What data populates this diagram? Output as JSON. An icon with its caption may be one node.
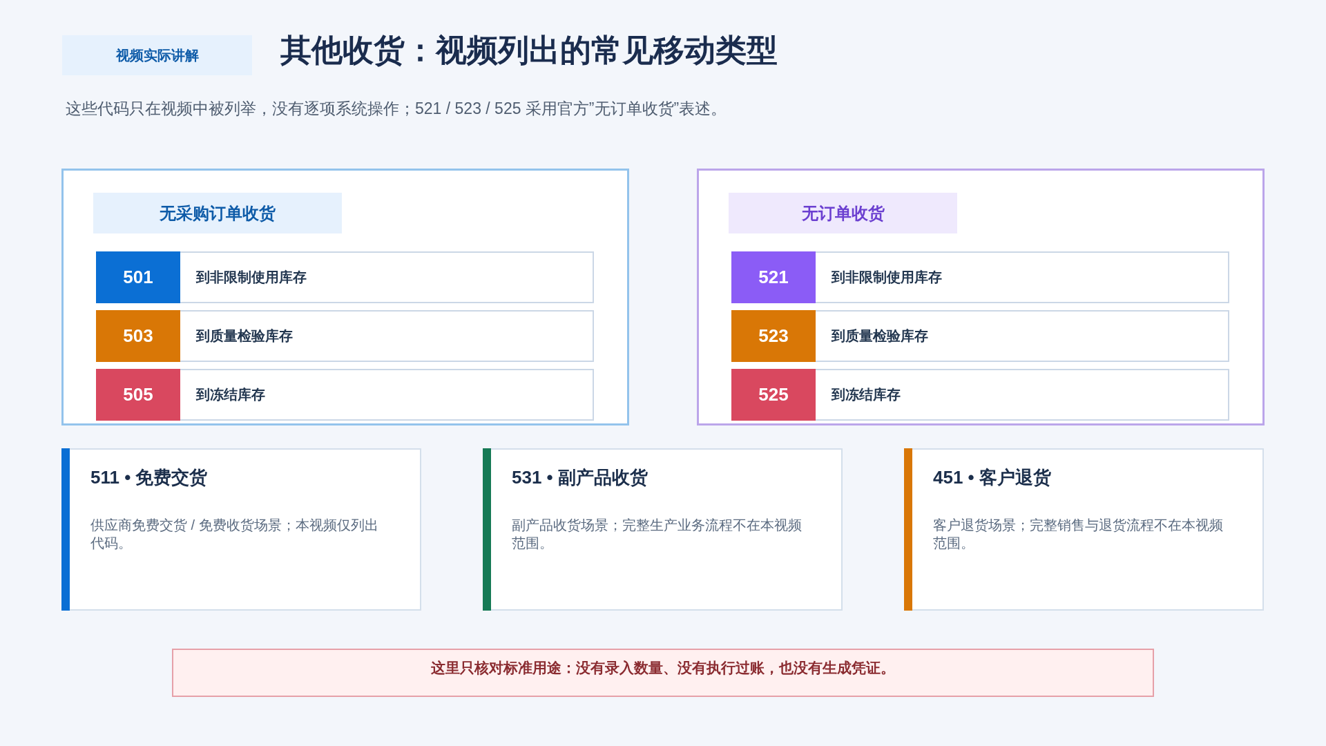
{
  "diagram": {
    "title": "其他收货：视频列出的常见移动类型",
    "nodes": [
      {
        "text": [
          "视频实际讲解"
        ]
      },
      {
        "text": [],
        "shape": "box"
      },
      {
        "text": [
          "无采购订单收货"
        ],
        "in": 1
      },
      {
        "text": [
          "501",
          "到非限制使用库存"
        ],
        "in": 1
      },
      {
        "text": [
          "503",
          "到质量检验库存"
        ],
        "in": 1
      },
      {
        "text": [
          "505",
          "到冻结库存"
        ],
        "in": 1
      },
      {
        "text": [],
        "shape": "box"
      },
      {
        "text": [
          "无订单收货"
        ],
        "in": 6
      },
      {
        "text": [
          "521",
          "到非限制使用库存"
        ],
        "in": 6
      },
      {
        "text": [
          "523",
          "到质量检验库存"
        ],
        "in": 6
      },
      {
        "text": [
          "525",
          "到冻结库存"
        ],
        "in": 6
      },
      {
        "text": [
          "511 • 免费交货",
          "供应商免费交货 / 免费收货场景；本视频仅列出代码。"
        ]
      },
      {
        "text": [
          "531 • 副产品收货",
          "副产品收货场景；完整生产业务流程不在本视频范围。"
        ]
      },
      {
        "text": [
          "451 • 客户退货",
          "客户退货场景；完整销售与退货流程不在本视频范围。"
        ]
      },
      {
        "text": [
          "这里只核对标准用途：没有录入数量、没有执行过账，也没有生成凭证。"
        ]
      }
    ],
    "labels": [
      "这些代码只在视频中被列举，没有逐项系统操作；521 / 523 / 525 采用官方”无订单收货”表述。"
    ]
  }
}
